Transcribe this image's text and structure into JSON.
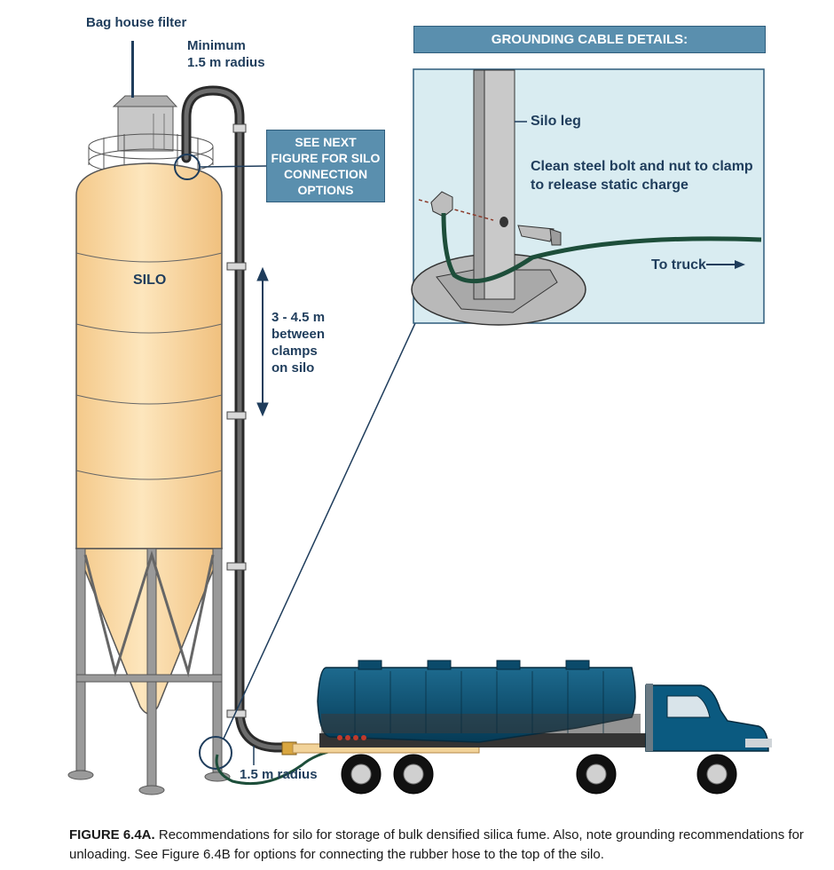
{
  "labels": {
    "bag_house_filter": "Bag house filter",
    "min_radius": "Minimum\n1.5 m radius",
    "silo": "SILO",
    "clamp_spacing": "3 - 4.5 m\nbetween\nclamps\non silo",
    "bottom_radius": "1.5 m radius"
  },
  "callout": {
    "text": "SEE NEXT\nFIGURE FOR SILO\nCONNECTION\nOPTIONS"
  },
  "detail": {
    "title": "GROUNDING CABLE DETAILS:",
    "silo_leg": "Silo leg",
    "bolt": "Clean steel bolt and nut to clamp\nto release static charge",
    "to_truck": "To truck"
  },
  "caption": {
    "figure_label": "FIGURE 6.4A.",
    "text": " Recommendations for silo for storage of bulk densified silica fume. Also, note grounding recommendations for unloading. See Figure 6.4B for options for connecting the rubber hose to the top of the silo."
  },
  "colors": {
    "silo_fill": "#fbd9a3",
    "silo_stroke": "#555555",
    "tanker_blue": "#0b4a6a",
    "callout_bg": "#5a8fae",
    "detail_bg": "#d9ecf1",
    "label_text": "#1f3d5c",
    "ground_cable": "#1d4e3a"
  }
}
